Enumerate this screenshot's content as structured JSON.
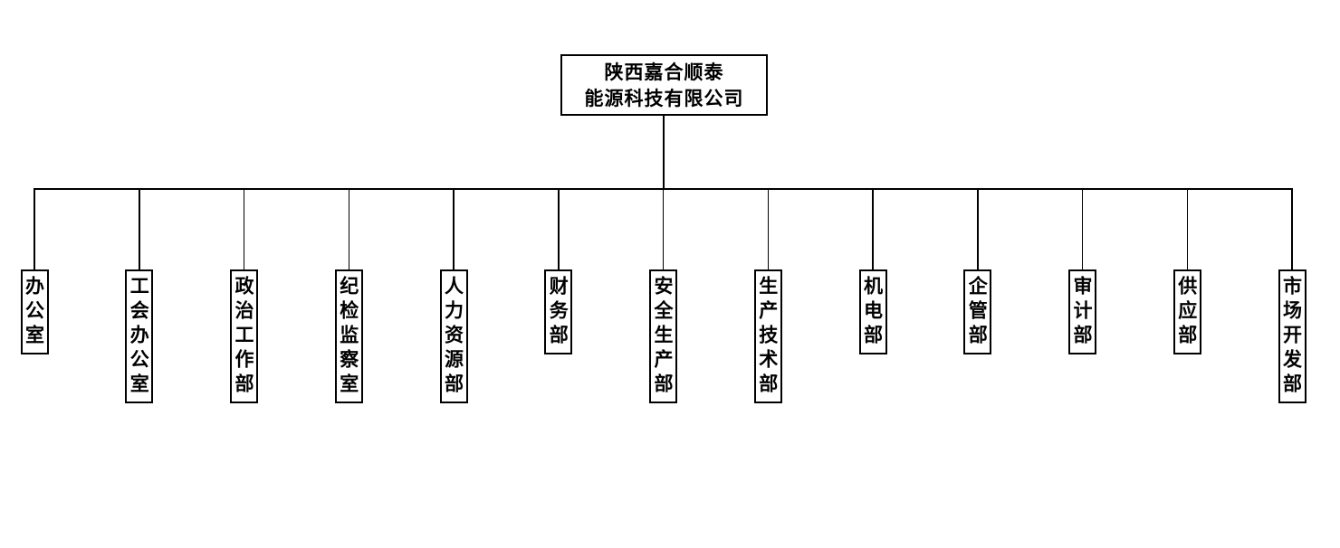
{
  "page": {
    "background_color": "#ffffff",
    "line_color": "#000000"
  },
  "org_chart": {
    "root": {
      "name_line1": "陕西嘉合顺泰",
      "name_line2": "能源科技有限公司"
    },
    "departments": [
      "办公室",
      "工会办公室",
      "政治工作部",
      "纪检监察室",
      "人力资源部",
      "财务部",
      "安全生产部",
      "生产技术部",
      "机电部",
      "企管部",
      "审计部",
      "供应部",
      "市场开发部"
    ]
  }
}
